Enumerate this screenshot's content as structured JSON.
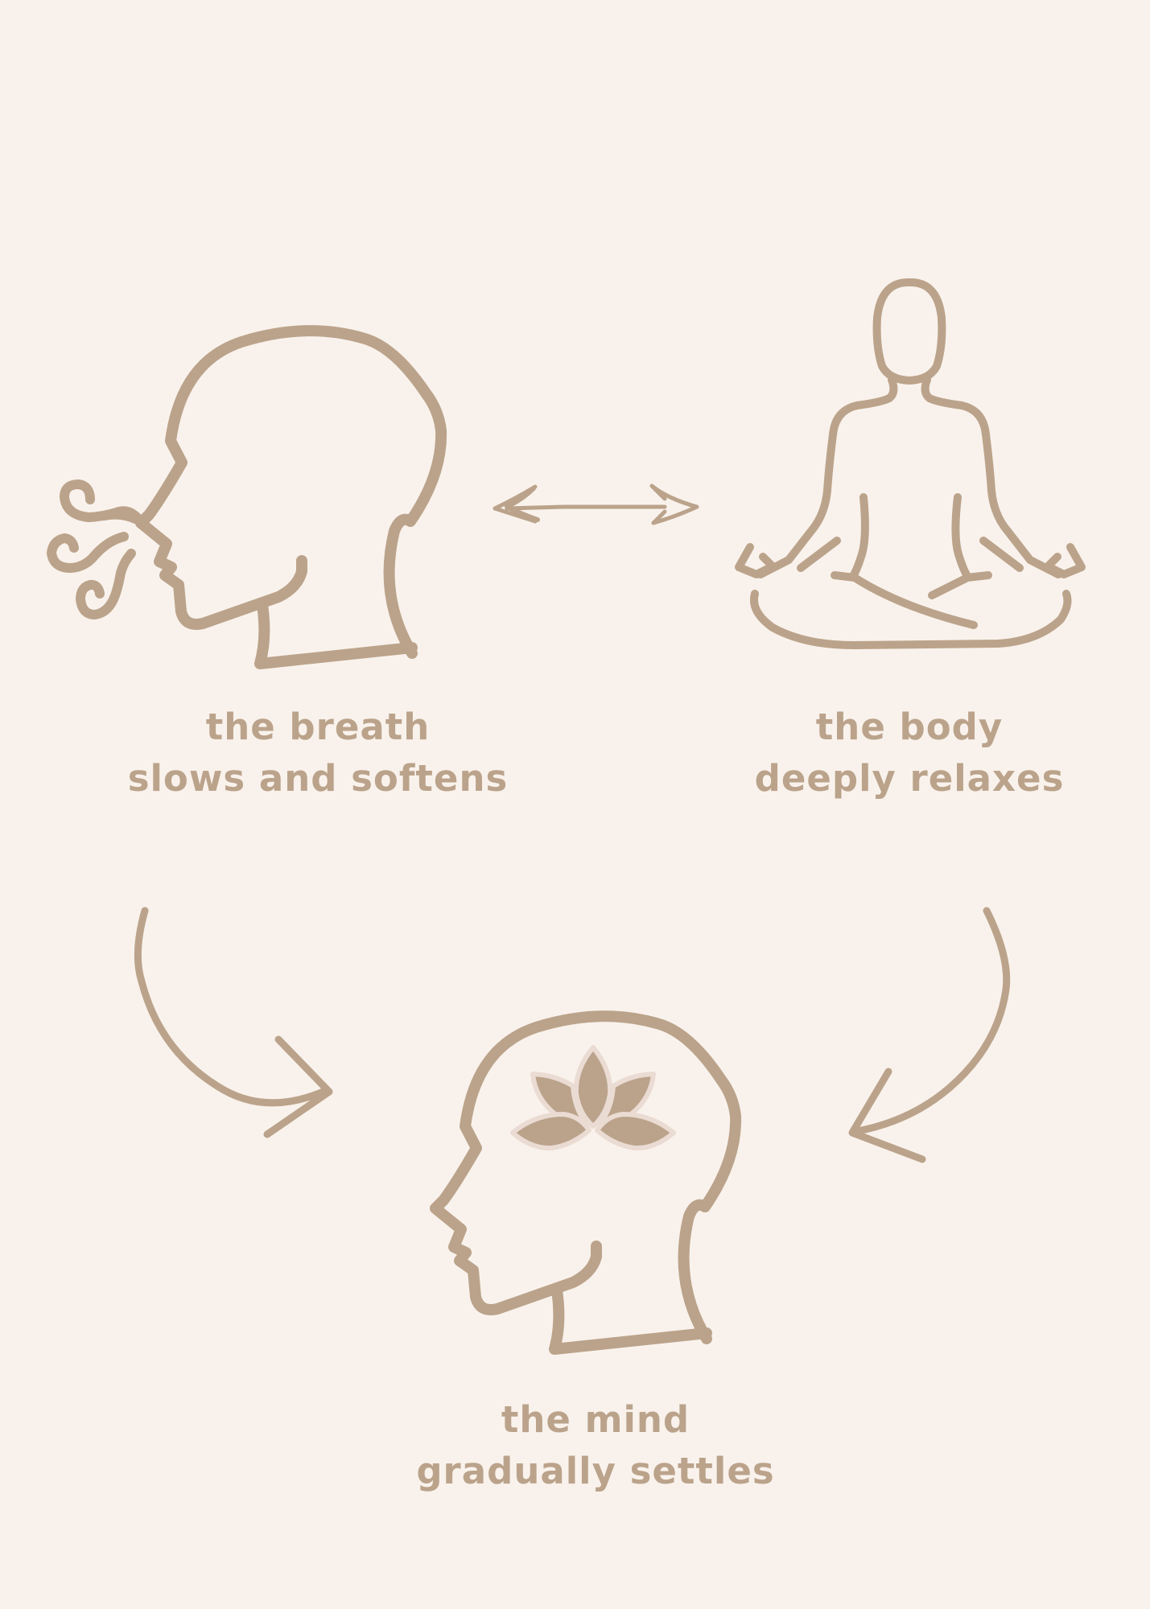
{
  "colors": {
    "background": "#f9f2ec",
    "stroke": "#bba38b",
    "lotus_fill": "#bba38b",
    "lotus_outline": "#eadbd3"
  },
  "icons": {
    "breathing_head": "head-exhaling-icon",
    "meditating_person": "meditation-pose-icon",
    "mind_head": "head-with-lotus-icon",
    "connector": "double-headed-arrow",
    "flow_left": "curved-arrow-right",
    "flow_right": "curved-arrow-left"
  },
  "nodes": {
    "breath": {
      "line1": "the breath",
      "line2": "slows and softens"
    },
    "body": {
      "line1": "the body",
      "line2": "deeply relaxes"
    },
    "mind": {
      "line1": "the mind",
      "line2": "gradually settles"
    }
  }
}
